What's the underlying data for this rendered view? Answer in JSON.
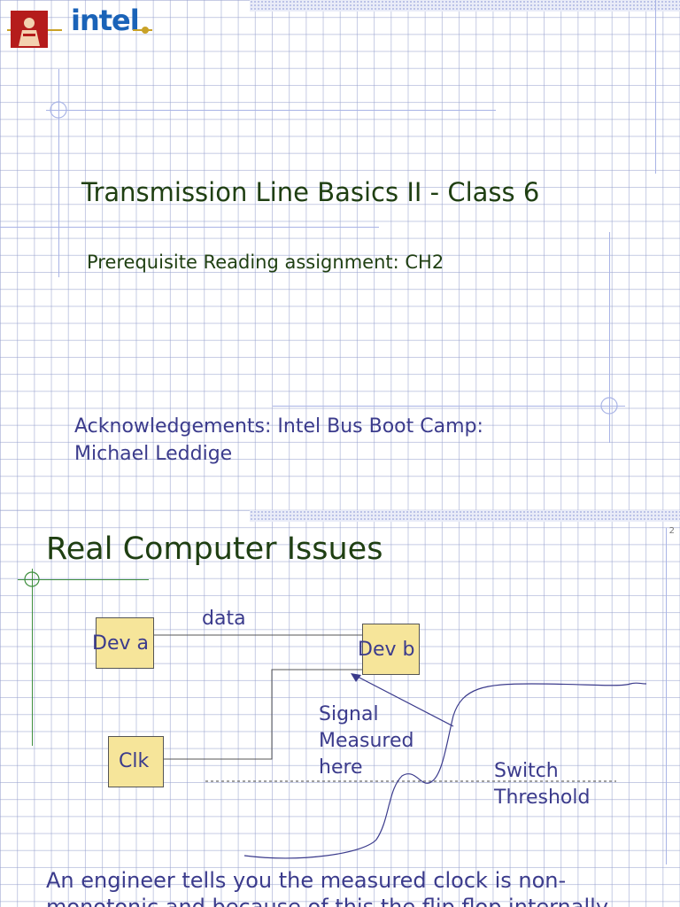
{
  "slide1": {
    "logo_text": "intel",
    "title": "Transmission Line Basics II - Class 6",
    "subtitle": "Prerequisite Reading assignment: CH2",
    "acknowledgements_line1": "Acknowledgements: Intel Bus Boot Camp:",
    "acknowledgements_line2": "Michael Leddige"
  },
  "slide2": {
    "slide_number": "2",
    "title": "Real Computer Issues",
    "diagram": {
      "dev_a": "Dev a",
      "dev_b": "Dev b",
      "clk": "Clk",
      "data_label": "data",
      "signal_line1": "Signal",
      "signal_line2": "Measured",
      "signal_line3": "here",
      "switch_line1": "Switch",
      "switch_line2": "Threshold"
    },
    "body_text": "An engineer tells you the measured clock is non-monotonic and because of this the flip flop internally"
  },
  "colors": {
    "title_green": "#1f3f12",
    "body_blue": "#3b3b8c",
    "box_fill": "#f6e59a",
    "grid": "#9aa3d2",
    "intel_blue": "#1a63b8",
    "seal_red": "#b51c1c"
  }
}
